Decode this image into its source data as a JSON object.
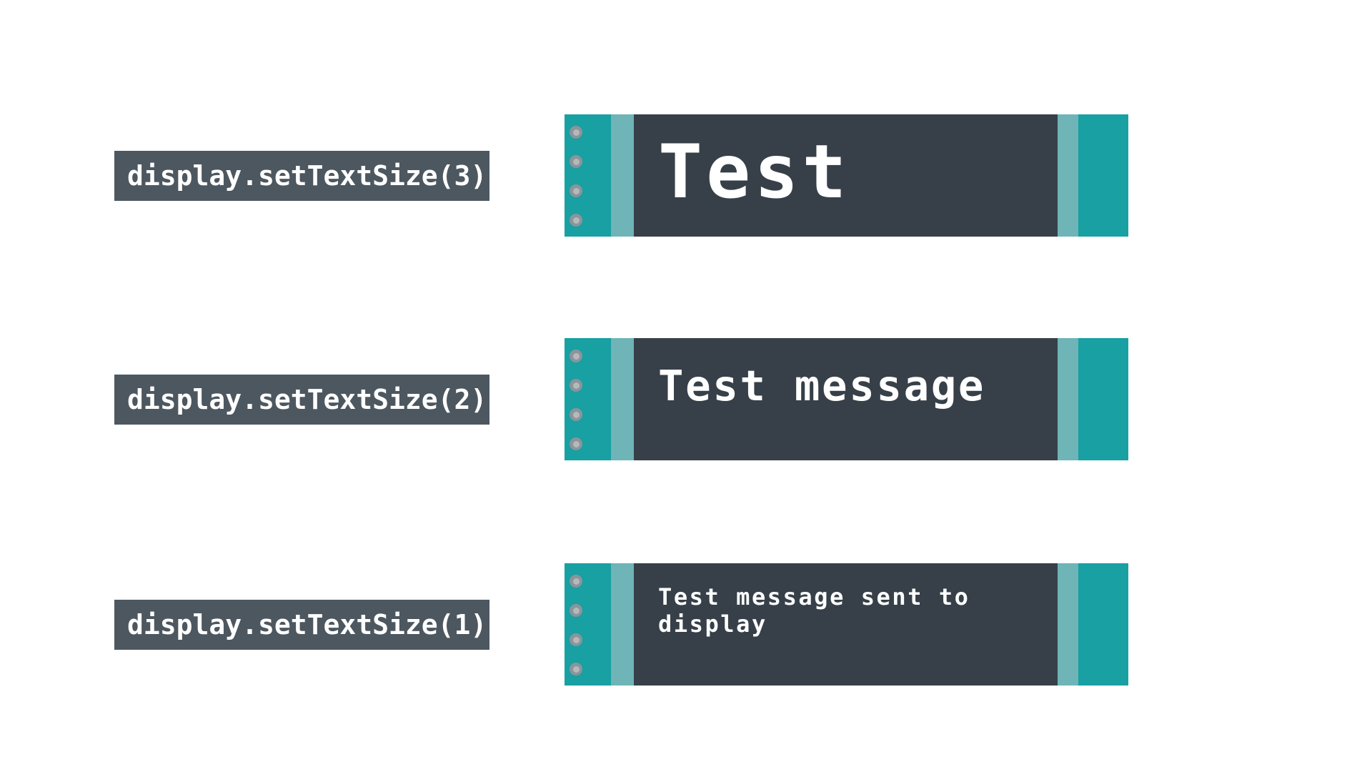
{
  "title": "display.setTextSize comparison diagram",
  "colors": {
    "background": "#ffffff",
    "label_box": "#4d5760",
    "screen": "#374049",
    "teal": "#18a0a3",
    "teal_light": "#6fb4b6",
    "pin_ring": "#8c949b",
    "pin_center": "#b4b9bc",
    "text": "#ffffff"
  },
  "rows": [
    {
      "text_size": "3",
      "code_label": "display.setTextSize(3)",
      "display_text": "Test"
    },
    {
      "text_size": "2",
      "code_label": "display.setTextSize(2)",
      "display_text": "Test message"
    },
    {
      "text_size": "1",
      "code_label": "display.setTextSize(1)",
      "display_text": "Test message sent to display"
    }
  ]
}
